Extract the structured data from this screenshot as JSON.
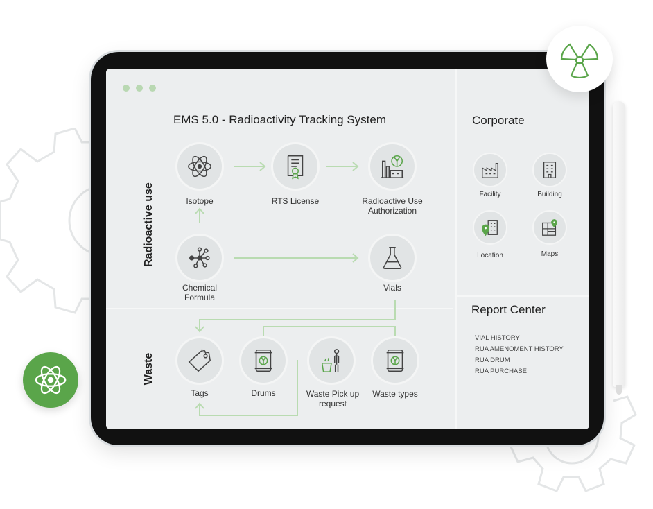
{
  "screen": {
    "title": "EMS 5.0 - Radioactivity Tracking System",
    "sections": {
      "radioactive_use": "Radioactive use",
      "waste": "Waste"
    },
    "nodes": {
      "isotope": "Isotope",
      "rts_license": "RTS License",
      "rua_line1": "Radioactive Use",
      "rua_line2": "Authorization",
      "chemical_line1": "Chemical",
      "chemical_line2": "Formula",
      "vials": "Vials",
      "tags": "Tags",
      "drums": "Drums",
      "pickup_line1": "Waste Pick up",
      "pickup_line2": "request",
      "waste_types": "Waste types"
    }
  },
  "corporate": {
    "title": "Corporate",
    "items": {
      "facility": "Facility",
      "building": "Building",
      "location": "Location",
      "maps": "Maps"
    }
  },
  "report_center": {
    "title": "Report Center",
    "items": [
      "VIAL HISTORY",
      "RUA AMENOMENT HISTORY",
      "RUA DRUM",
      "RUA PURCHASE"
    ]
  },
  "colors": {
    "accent": "#5aa54a",
    "connector": "#b9dbb1",
    "icon_stroke": "#444444"
  },
  "icons": {
    "badge_top": "radiation-icon",
    "badge_bottom": "atom-icon"
  }
}
